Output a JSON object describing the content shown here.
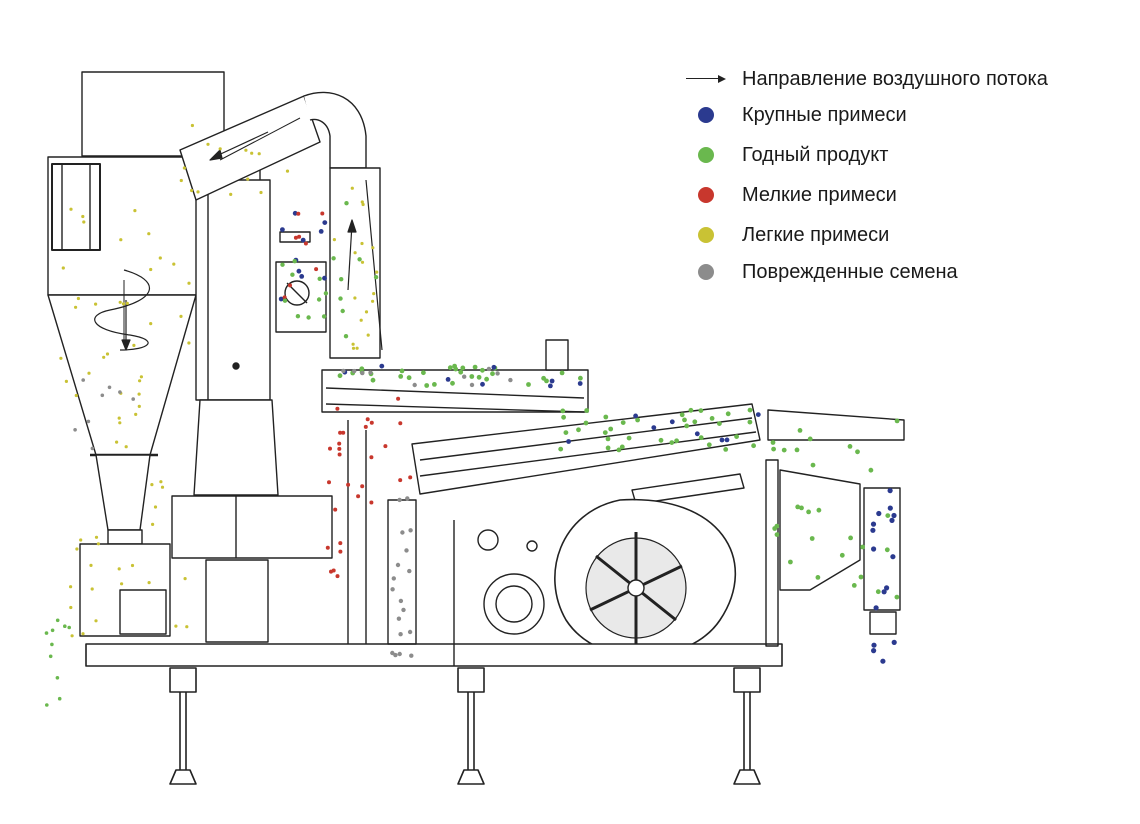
{
  "legend": {
    "items": [
      {
        "key": "airflow",
        "label": "Направление воздушного потока",
        "kind": "arrow",
        "color": "#222222"
      },
      {
        "key": "large",
        "label": "Крупные примеси",
        "kind": "dot",
        "color": "#2b3a8f"
      },
      {
        "key": "good",
        "label": "Годный продукт",
        "kind": "dot",
        "color": "#6ab84e"
      },
      {
        "key": "small",
        "label": "Мелкие примеси",
        "kind": "dot",
        "color": "#c8372d"
      },
      {
        "key": "light",
        "label": "Легкие примеси",
        "kind": "dot",
        "color": "#c9c234"
      },
      {
        "key": "damaged",
        "label": "Поврежденные семена",
        "kind": "dot",
        "color": "#8c8c8c"
      }
    ]
  },
  "colors": {
    "line": "#222222",
    "background": "#ffffff"
  }
}
